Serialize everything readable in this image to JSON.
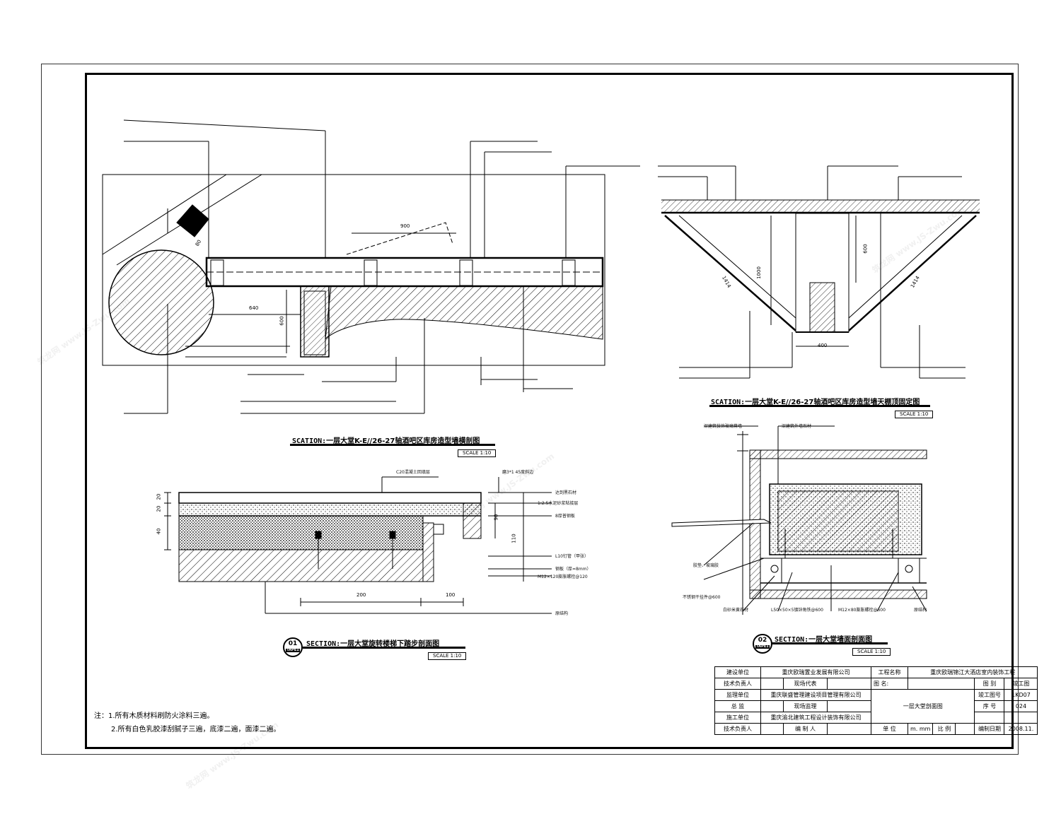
{
  "section1_title": {
    "prefix": "SCATION:",
    "title": "一层大堂K-E//26-27轴酒吧区库房造型墙横剖图",
    "scale": "SCALE  1:10"
  },
  "section2_title": {
    "prefix": "SCATION:",
    "title": "一层大堂K-E//26-27轴酒吧区库房造型墙天棚顶固定图",
    "scale": "SCALE  1:10"
  },
  "section3_title": {
    "badge_num": "01",
    "badge_sub": "TAPE1",
    "prefix": "SECTION:",
    "title": "一层大堂旋转楼梯下踏步剖面图",
    "scale": "SCALE  1:10"
  },
  "section4_title": {
    "badge_num": "02",
    "badge_sub": "TAPE1",
    "prefix": "SECTION:",
    "title": "一层大堂墙面剖面图",
    "scale": "SCALE  1:10"
  },
  "dims": {
    "d1_900": "900",
    "d1_640": "640",
    "d1_600": "600",
    "d1_80": "80",
    "d2_600": "600",
    "d2_1000": "1000",
    "d2_1414a": "1414",
    "d2_1414b": "1414",
    "d2_400": "400",
    "d3_200": "200",
    "d3_100": "100",
    "d3_20a": "20",
    "d3_20b": "20",
    "d3_40": "40",
    "d3_90": "90",
    "d3_110": "110"
  },
  "labels3": {
    "l1": "C20混凝土回填层",
    "l2": "磨3*1 45度斜边",
    "l3": "达到黑石材",
    "l4": "1:2.5水泥砂浆粘接层",
    "l5": "8厚普钢板",
    "l6": "L10钉管（甲张）",
    "l7": "钢板（厚=8mm）",
    "l8": "M12×120膨胀螺栓@120",
    "l9": "原结构"
  },
  "labels4": {
    "l1": "深建筑装饰玻璃幕墙",
    "l2": "深建筑外墙石材",
    "l3": "胶垫、玻璃胶",
    "l4": "不锈钢干挂件@600",
    "l5": "白砂米黄石材",
    "l6": "L50×50×5镀锌角铁@600",
    "l7": "M12×80膨胀螺栓@600",
    "l8": "原结构"
  },
  "notes": [
    "注：1.所有木质材料刷防火涂料三遍。",
    "2.所有白色乳胶漆刮腻子三遍，底漆二遍，面漆二遍。"
  ],
  "title_block": {
    "r1": [
      "建设单位",
      "重庆欧瑞置业发展有限公司",
      "工程名称",
      "重庆欧瑞锦江大酒店室内装饰工程"
    ],
    "r2": [
      "技术负责人",
      "",
      "现场代表",
      "",
      "图  名:",
      "",
      "图  别",
      "竣工图"
    ],
    "r3": [
      "监理单位",
      "重庆联盛管理建设项目管理有限公司",
      "一层大堂剖面图",
      "竣工图号",
      "1KD07"
    ],
    "r4": [
      "总    监",
      "",
      "现场监理",
      "",
      "序  号",
      "024"
    ],
    "r5": [
      "施工单位",
      "重庆渝北建筑工程设计装饰有限公司"
    ],
    "r6": [
      "技术负责人",
      "",
      "编 制 人",
      "",
      "单  位",
      "m. mm",
      "比  例",
      "",
      "编制日期",
      "2008.11."
    ]
  },
  "watermark": "筑龙网 www.JS-Zwu.com"
}
